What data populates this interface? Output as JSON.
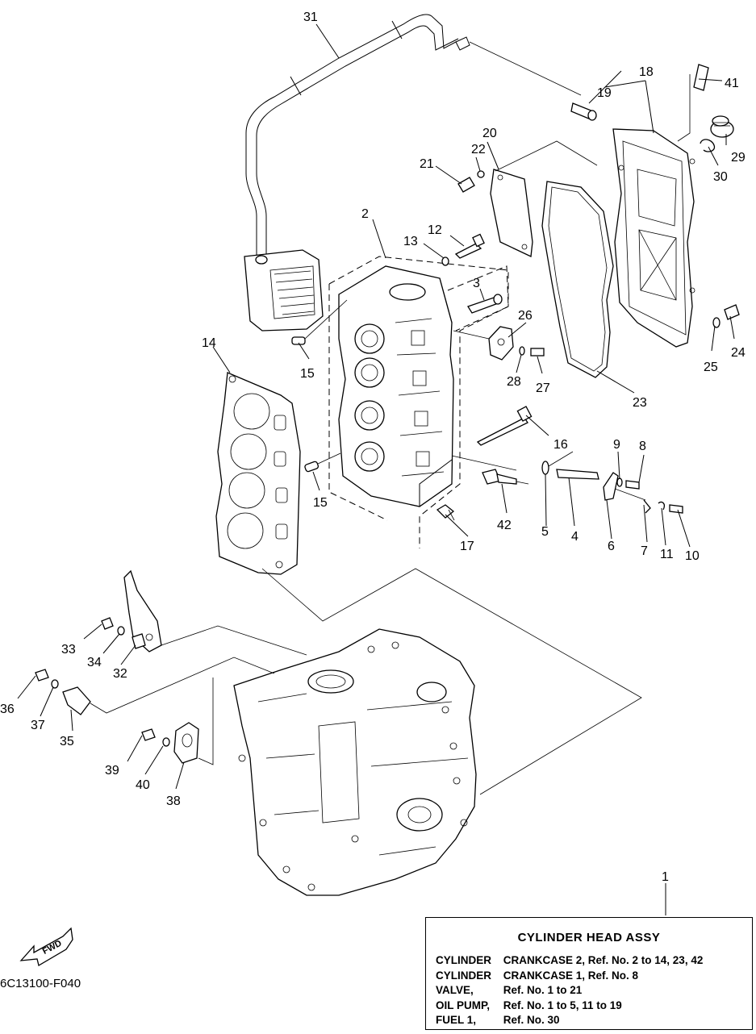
{
  "callouts": [
    "1",
    "2",
    "3",
    "4",
    "5",
    "6",
    "7",
    "8",
    "9",
    "10",
    "11",
    "12",
    "13",
    "14",
    "15",
    "15",
    "16",
    "17",
    "18",
    "19",
    "20",
    "21",
    "22",
    "23",
    "24",
    "25",
    "26",
    "27",
    "28",
    "29",
    "30",
    "31",
    "32",
    "33",
    "34",
    "35",
    "36",
    "37",
    "38",
    "39",
    "40",
    "41",
    "42"
  ],
  "diagram_code": "6C13100-F040",
  "fwd_label": "FWD",
  "legend": {
    "title": "CYLINDER  HEAD ASSY",
    "rows": [
      {
        "label": "CYLINDER",
        "text": "CRANKCASE 2, Ref. No. 2 to 14, 23, 42"
      },
      {
        "label": "CYLINDER",
        "text": "CRANKCASE 1, Ref. No. 8"
      },
      {
        "label": "VALVE,",
        "text": "Ref. No. 1 to 21"
      },
      {
        "label": "OIL PUMP,",
        "text": "Ref. No. 1 to 5, 11 to 19"
      },
      {
        "label": "FUEL 1,",
        "text": "Ref. No. 30"
      }
    ]
  }
}
